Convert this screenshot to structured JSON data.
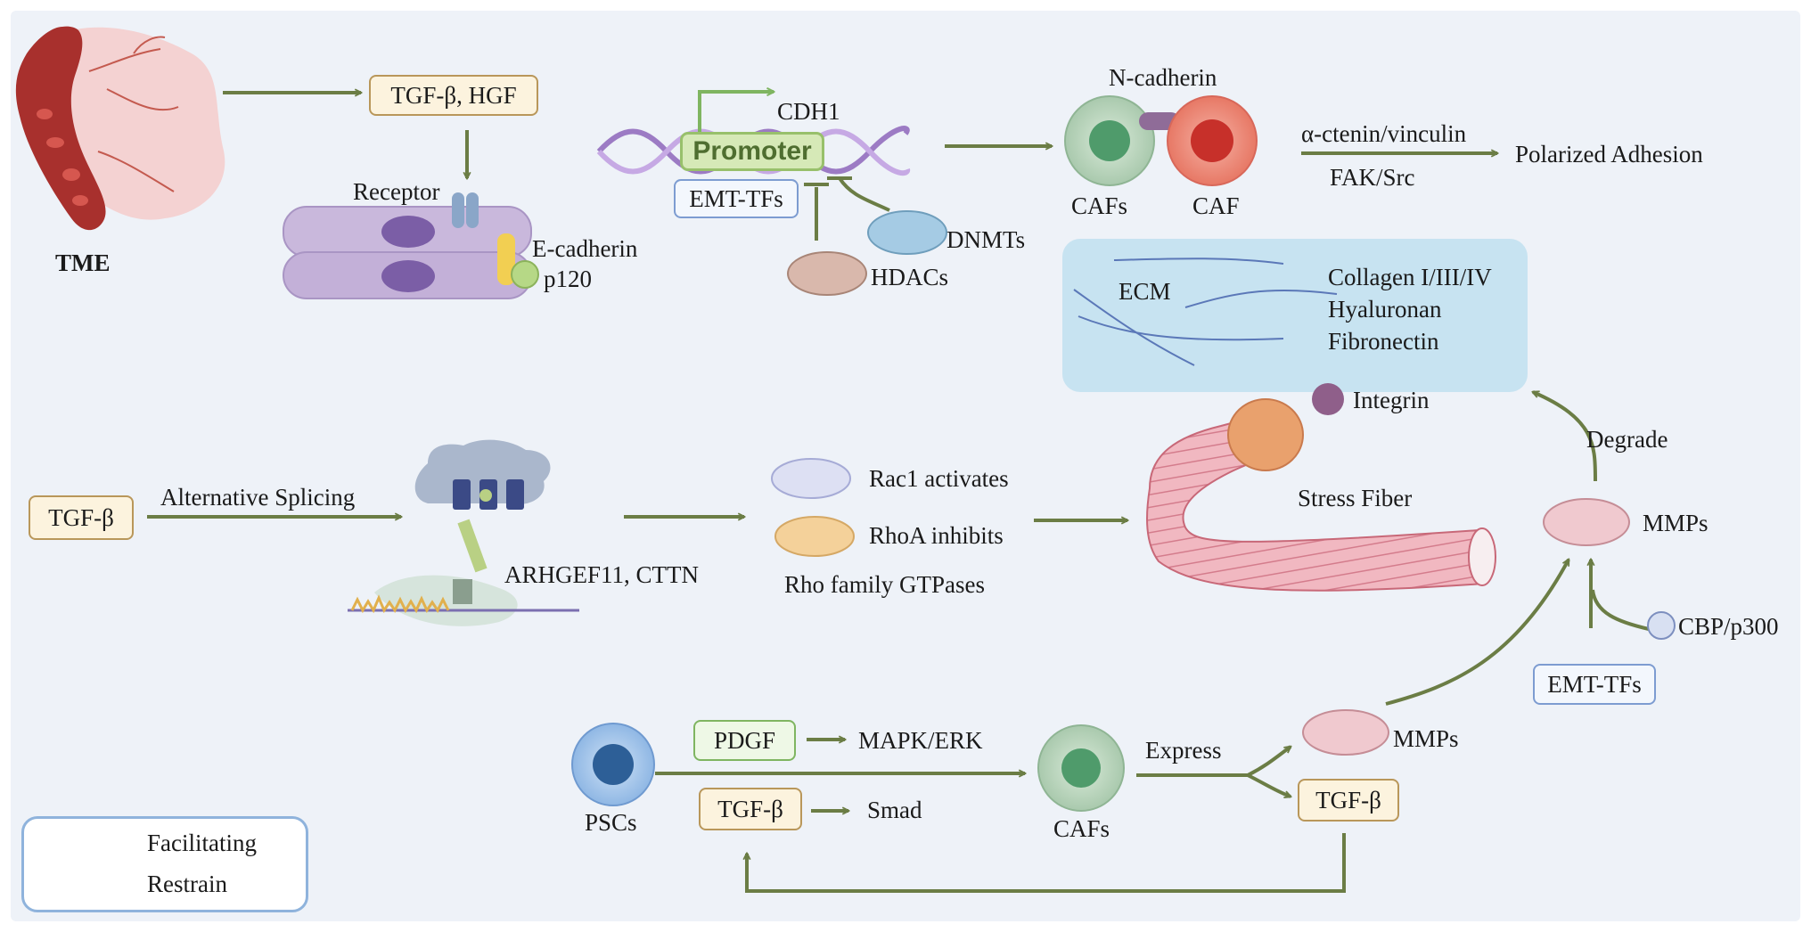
{
  "tme": {
    "label": "TME"
  },
  "top_row": {
    "growth_factors": "TGF-β, HGF",
    "receptor": "Receptor",
    "e_cadherin": "E-cadherin",
    "p120": "p120",
    "cdh1": "CDH1",
    "promoter": "Promoter",
    "emt_tfs": "EMT-TFs",
    "dnmts": "DNMTs",
    "hdacs": "HDACs",
    "n_cadherin": "N-cadherin",
    "cafs": "CAFs",
    "caf": "CAF",
    "alpha_ctenin": "α-ctenin/vinculin",
    "fak_src": "FAK/Src",
    "polarized_adhesion": "Polarized Adhesion"
  },
  "ecm": {
    "label": "ECM",
    "components": [
      "Collagen I/III/IV",
      "Hyaluronan",
      "Fibronectin"
    ],
    "integrin": "Integrin",
    "degrade": "Degrade",
    "stress_fiber": "Stress Fiber"
  },
  "middle_row": {
    "tgf_beta": "TGF-β",
    "alt_splicing": "Alternative Splicing",
    "arhgef11": "ARHGEF11, CTTN",
    "rac1": "Rac1 activates",
    "rhoa": "RhoA inhibits",
    "rho_family": "Rho family GTPases",
    "mmps": "MMPs",
    "cbp_p300": "CBP/p300",
    "emt_tfs": "EMT-TFs"
  },
  "bottom_row": {
    "pscs": "PSCs",
    "pdgf": "PDGF",
    "mapk_erk": "MAPK/ERK",
    "tgf_beta": "TGF-β",
    "smad": "Smad",
    "cafs": "CAFs",
    "express": "Express",
    "mmps": "MMPs",
    "tgf_beta_out": "TGF-β"
  },
  "legend": {
    "facilitating": "Facilitating",
    "restrain": "Restrain"
  },
  "colors": {
    "arrow": "#6b7d45",
    "background": "#eef2f8",
    "ecm_box": "#c7e3f1",
    "promoter_fill": "#d6e9b7",
    "caf_red": "#e0564c",
    "caf_green": "#4f9b6b"
  }
}
